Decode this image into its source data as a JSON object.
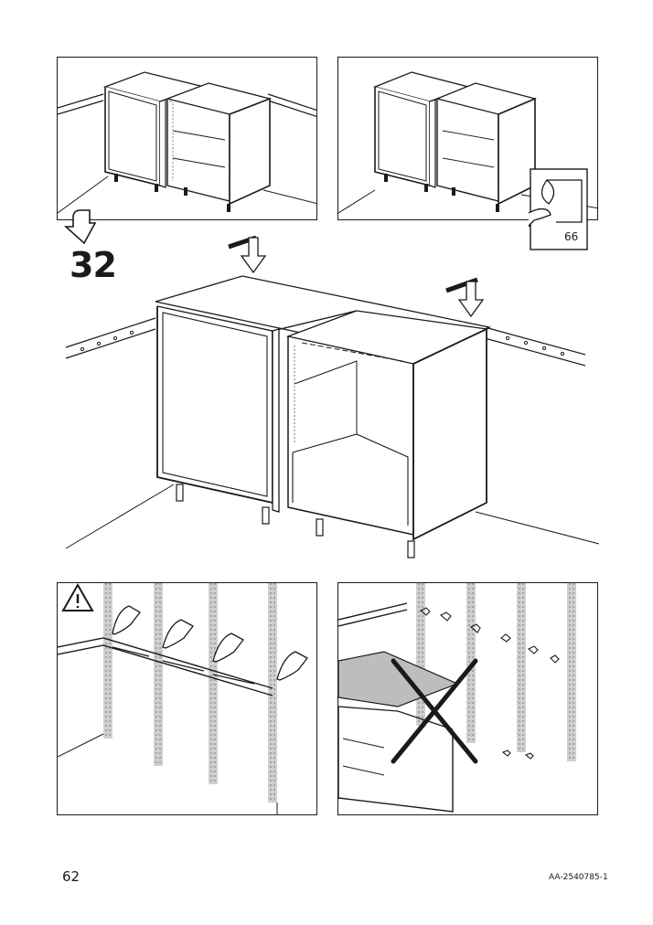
{
  "step": {
    "number": "32"
  },
  "reference": {
    "page_ref": "66"
  },
  "footer": {
    "page_number": "62",
    "doc_code": "AA-2540785-1"
  },
  "icons": {
    "step_arrow": "curved-down-arrow-icon",
    "warning": "warning-triangle-icon",
    "hand": "hand-pointing-icon",
    "peel": "peel-sticker-icon",
    "forbidden": "x-cross-icon"
  },
  "colors": {
    "line": "#1a1a1a",
    "fill_gray": "#bdbdbd",
    "dots": "#7a7a7a"
  }
}
